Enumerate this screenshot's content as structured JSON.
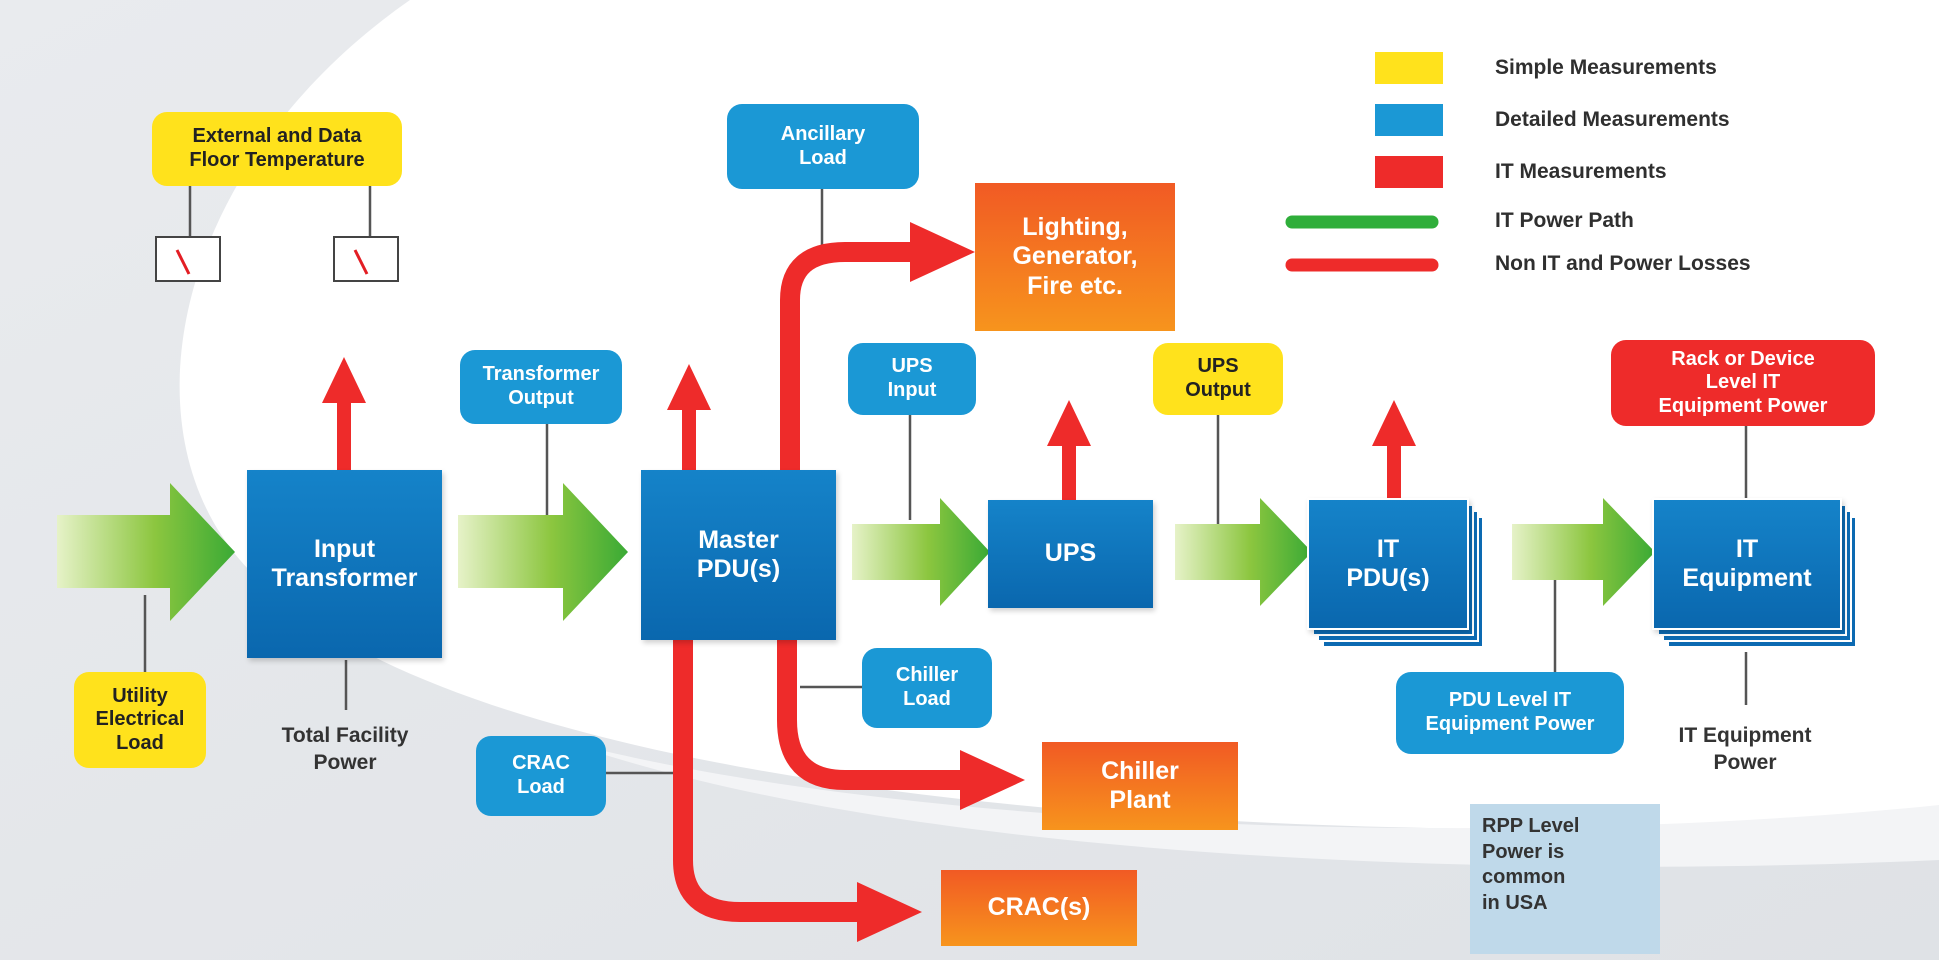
{
  "colors": {
    "simple": "#ffe21c",
    "detailed": "#1b98d5",
    "it": "#ee2b2a",
    "it_power_path": "#2fae3a",
    "non_it_losses": "#ee2b2a",
    "main_block": "#0c6ab2",
    "loss_block": "#f26a22"
  },
  "legend": {
    "simple": "Simple Measurements",
    "detailed": "Detailed Measurements",
    "it": "IT Measurements",
    "it_power_path": "IT Power Path",
    "non_it": "Non IT and Power Losses"
  },
  "blocks": {
    "input_transformer": "Input\nTransformer",
    "master_pdu": "Master\nPDU(s)",
    "ups": "UPS",
    "it_pdu": "IT\nPDU(s)",
    "it_equipment": "IT\nEquipment"
  },
  "loss_blocks": {
    "lighting": "Lighting,\nGenerator,\nFire etc.",
    "chiller_plant": "Chiller\nPlant",
    "crac": "CRAC(s)"
  },
  "measurements": {
    "external_temp": "External and Data\nFloor Temperature",
    "utility_load": "Utility\nElectrical\nLoad",
    "transformer_output": "Transformer\nOutput",
    "ancillary_load": "Ancillary\nLoad",
    "ups_input": "UPS\nInput",
    "ups_output": "UPS\nOutput",
    "rack_power": "Rack or Device\nLevel IT\nEquipment Power",
    "chiller_load": "Chiller\nLoad",
    "crac_load": "CRAC\nLoad",
    "pdu_level_power": "PDU Level IT\nEquipment Power"
  },
  "labels": {
    "total_facility_power": "Total Facility\nPower",
    "it_equipment_power": "IT Equipment\nPower"
  },
  "note": "RPP Level\nPower is\ncommon\nin USA",
  "icons": [
    "gauge-icon",
    "gauge-icon"
  ]
}
